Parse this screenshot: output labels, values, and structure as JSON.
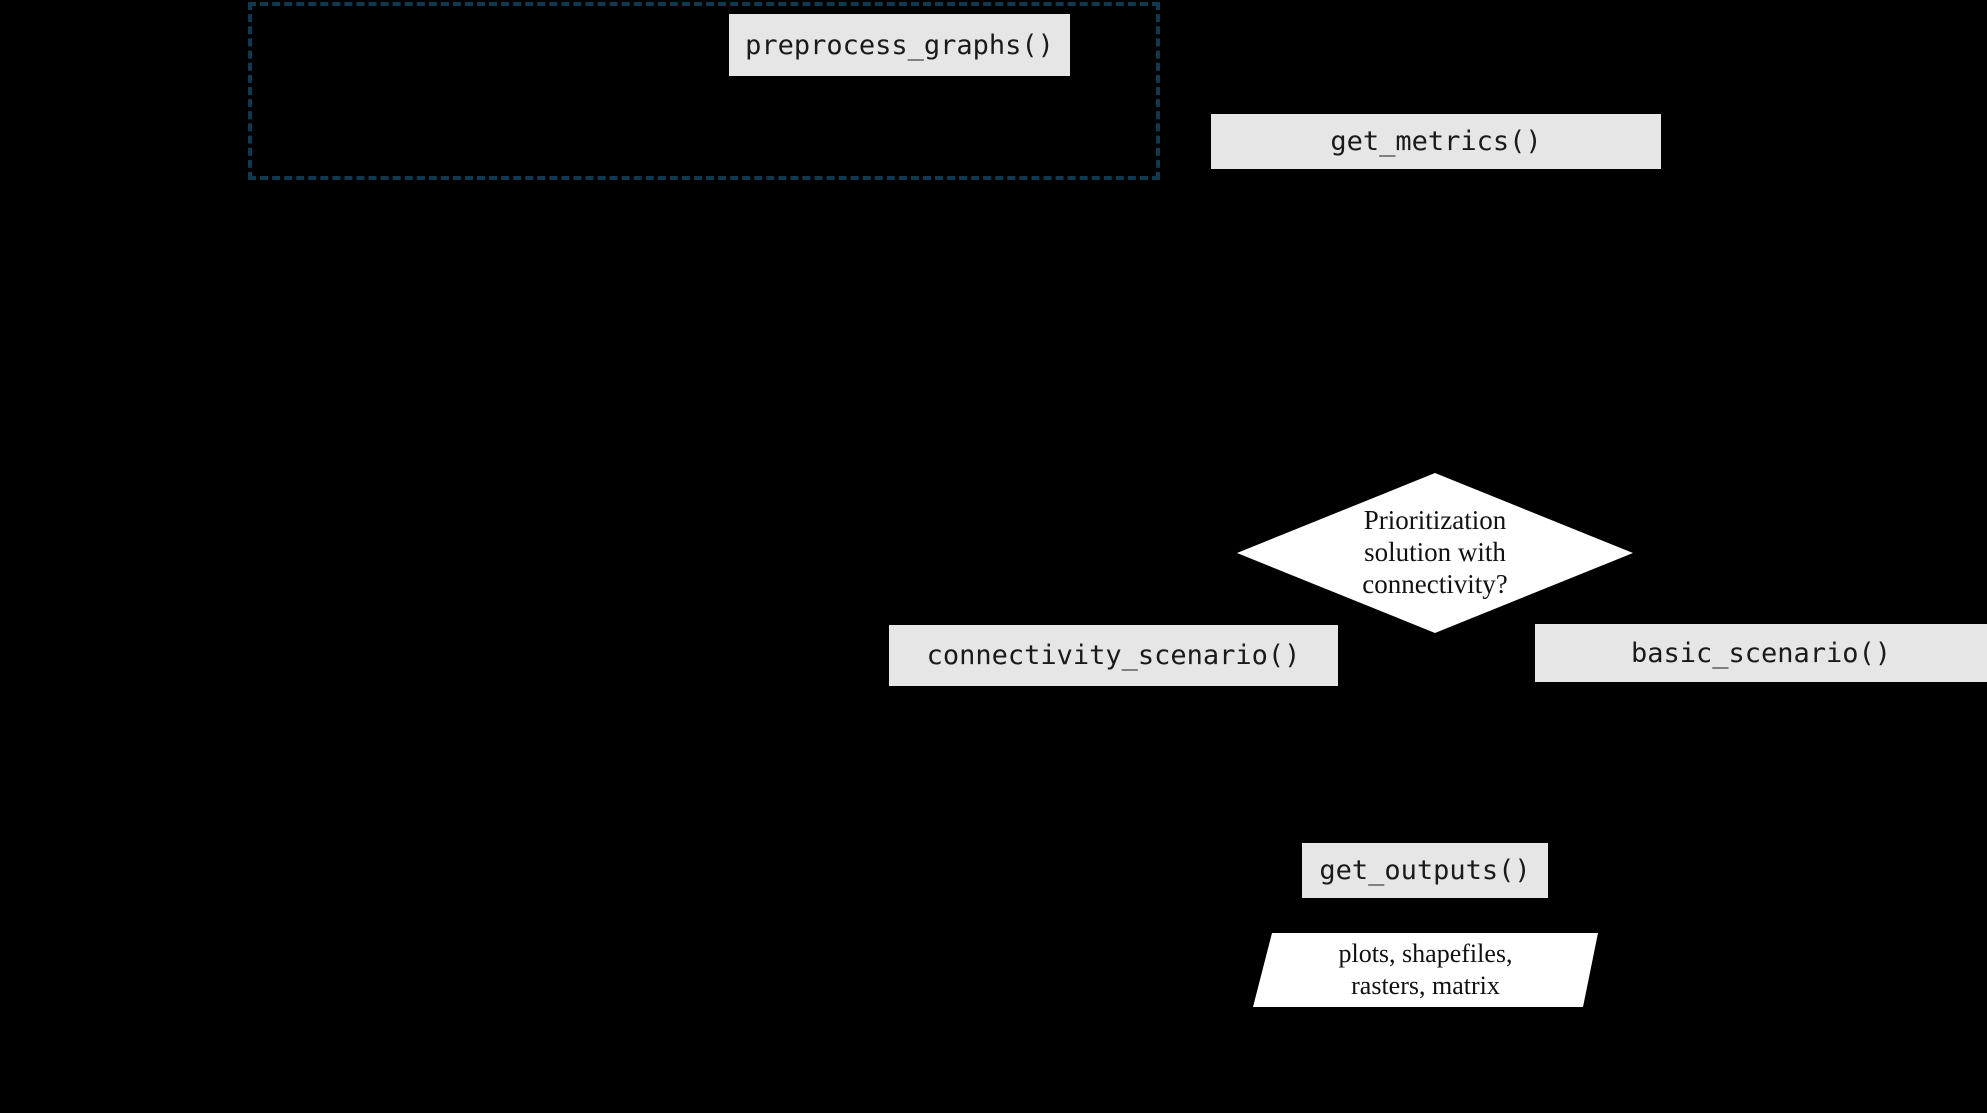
{
  "diagram": {
    "background_color": "#000000",
    "colors": {
      "function_node_fill": "#e6e6e6",
      "function_node_text": "#1a1a1a",
      "decision_fill": "#ffffff",
      "io_fill": "#ffffff",
      "group_box_border": "#10394f"
    },
    "nodes": {
      "preprocess": {
        "label": "preprocess_graphs()"
      },
      "get_metrics": {
        "label": "get_metrics()"
      },
      "connectivity_scenario": {
        "label": "connectivity_scenario()"
      },
      "basic_scenario": {
        "label": "basic_scenario()"
      },
      "get_outputs": {
        "label": "get_outputs()"
      }
    },
    "decision": {
      "line1": "Prioritization",
      "line2": "solution with",
      "line3": "connectivity?"
    },
    "output": {
      "line1": "plots, shapefiles,",
      "line2": "rasters, matrix"
    }
  }
}
